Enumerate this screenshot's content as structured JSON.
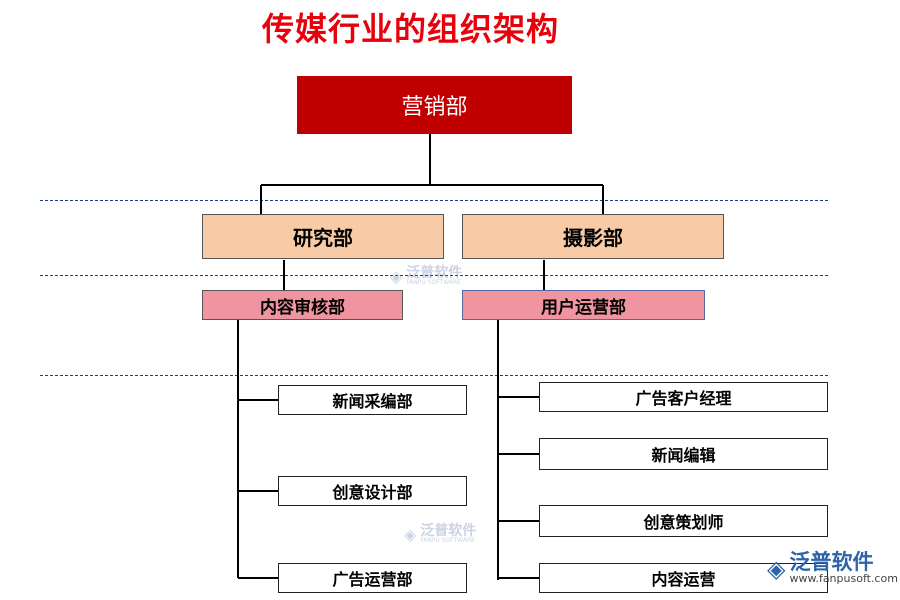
{
  "title": "传媒行业的组织架构",
  "root": {
    "label": "营销部"
  },
  "level1": [
    {
      "label": "研究部"
    },
    {
      "label": "摄影部"
    }
  ],
  "level2": [
    {
      "label": "内容审核部"
    },
    {
      "label": "用户运营部"
    }
  ],
  "left_leaves": [
    {
      "label": "新闻采编部"
    },
    {
      "label": "创意设计部"
    },
    {
      "label": "广告运营部"
    }
  ],
  "right_leaves": [
    {
      "label": "广告客户经理"
    },
    {
      "label": "新闻编辑"
    },
    {
      "label": "创意策划师"
    },
    {
      "label": "内容运营"
    }
  ],
  "watermark": {
    "name": "泛普软件",
    "sub": "FANPU SOFTWARE",
    "icon": "fanpu-logo-icon"
  },
  "logo": {
    "name": "泛普软件",
    "url": "www.fanpusoft.com",
    "icon": "fanpu-logo-icon"
  },
  "colors": {
    "title": "#e8000b",
    "root_fill": "#c00000",
    "level1_fill": "#f8cba6",
    "level2_fill": "#f0949f",
    "divider": "#1f3b8c"
  }
}
